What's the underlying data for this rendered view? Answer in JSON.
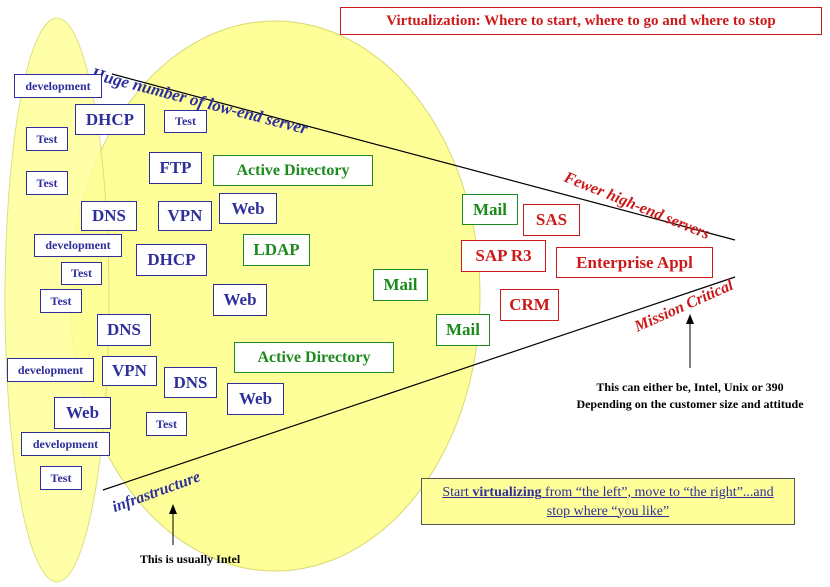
{
  "title": "Virtualization: Where to start, where to go and where to stop",
  "labels": {
    "top_line": "Huge number of low-end server",
    "fewer": "Fewer high-end servers",
    "mission": "Mission Critical",
    "infrastructure": "infrastructure"
  },
  "notes": {
    "right_line1": "This can either be, Intel, Unix or 390",
    "right_line2": "Depending on the customer size and attitude",
    "bottom": "This is usually Intel"
  },
  "callout": {
    "prefix": "Start ",
    "bold": "virtualizing",
    "rest": " from “the left”, move to “the right”...and stop where “you like”"
  },
  "boxes": [
    {
      "id": "development-1",
      "text": "development"
    },
    {
      "id": "test-1",
      "text": "Test"
    },
    {
      "id": "dhcp-1",
      "text": "DHCP"
    },
    {
      "id": "test-2",
      "text": "Test"
    },
    {
      "id": "test-3",
      "text": "Test"
    },
    {
      "id": "ftp",
      "text": "FTP"
    },
    {
      "id": "active-directory-1",
      "text": "Active Directory"
    },
    {
      "id": "dns-1",
      "text": "DNS"
    },
    {
      "id": "vpn-1",
      "text": "VPN"
    },
    {
      "id": "web-1",
      "text": "Web"
    },
    {
      "id": "development-2",
      "text": "development"
    },
    {
      "id": "ldap",
      "text": "LDAP"
    },
    {
      "id": "dhcp-2",
      "text": "DHCP"
    },
    {
      "id": "test-4",
      "text": "Test"
    },
    {
      "id": "test-5",
      "text": "Test"
    },
    {
      "id": "web-2",
      "text": "Web"
    },
    {
      "id": "mail-1",
      "text": "Mail"
    },
    {
      "id": "dns-2",
      "text": "DNS"
    },
    {
      "id": "mail-2",
      "text": "Mail"
    },
    {
      "id": "active-directory-2",
      "text": "Active Directory"
    },
    {
      "id": "development-3",
      "text": "development"
    },
    {
      "id": "vpn-2",
      "text": "VPN"
    },
    {
      "id": "dns-3",
      "text": "DNS"
    },
    {
      "id": "web-3",
      "text": "Web"
    },
    {
      "id": "web-4",
      "text": "Web"
    },
    {
      "id": "test-6",
      "text": "Test"
    },
    {
      "id": "development-4",
      "text": "development"
    },
    {
      "id": "test-7",
      "text": "Test"
    },
    {
      "id": "mail-3",
      "text": "Mail"
    },
    {
      "id": "sas",
      "text": "SAS"
    },
    {
      "id": "sap-r3",
      "text": "SAP R3"
    },
    {
      "id": "enterprise-appl",
      "text": "Enterprise Appl"
    },
    {
      "id": "crm",
      "text": "CRM"
    }
  ]
}
